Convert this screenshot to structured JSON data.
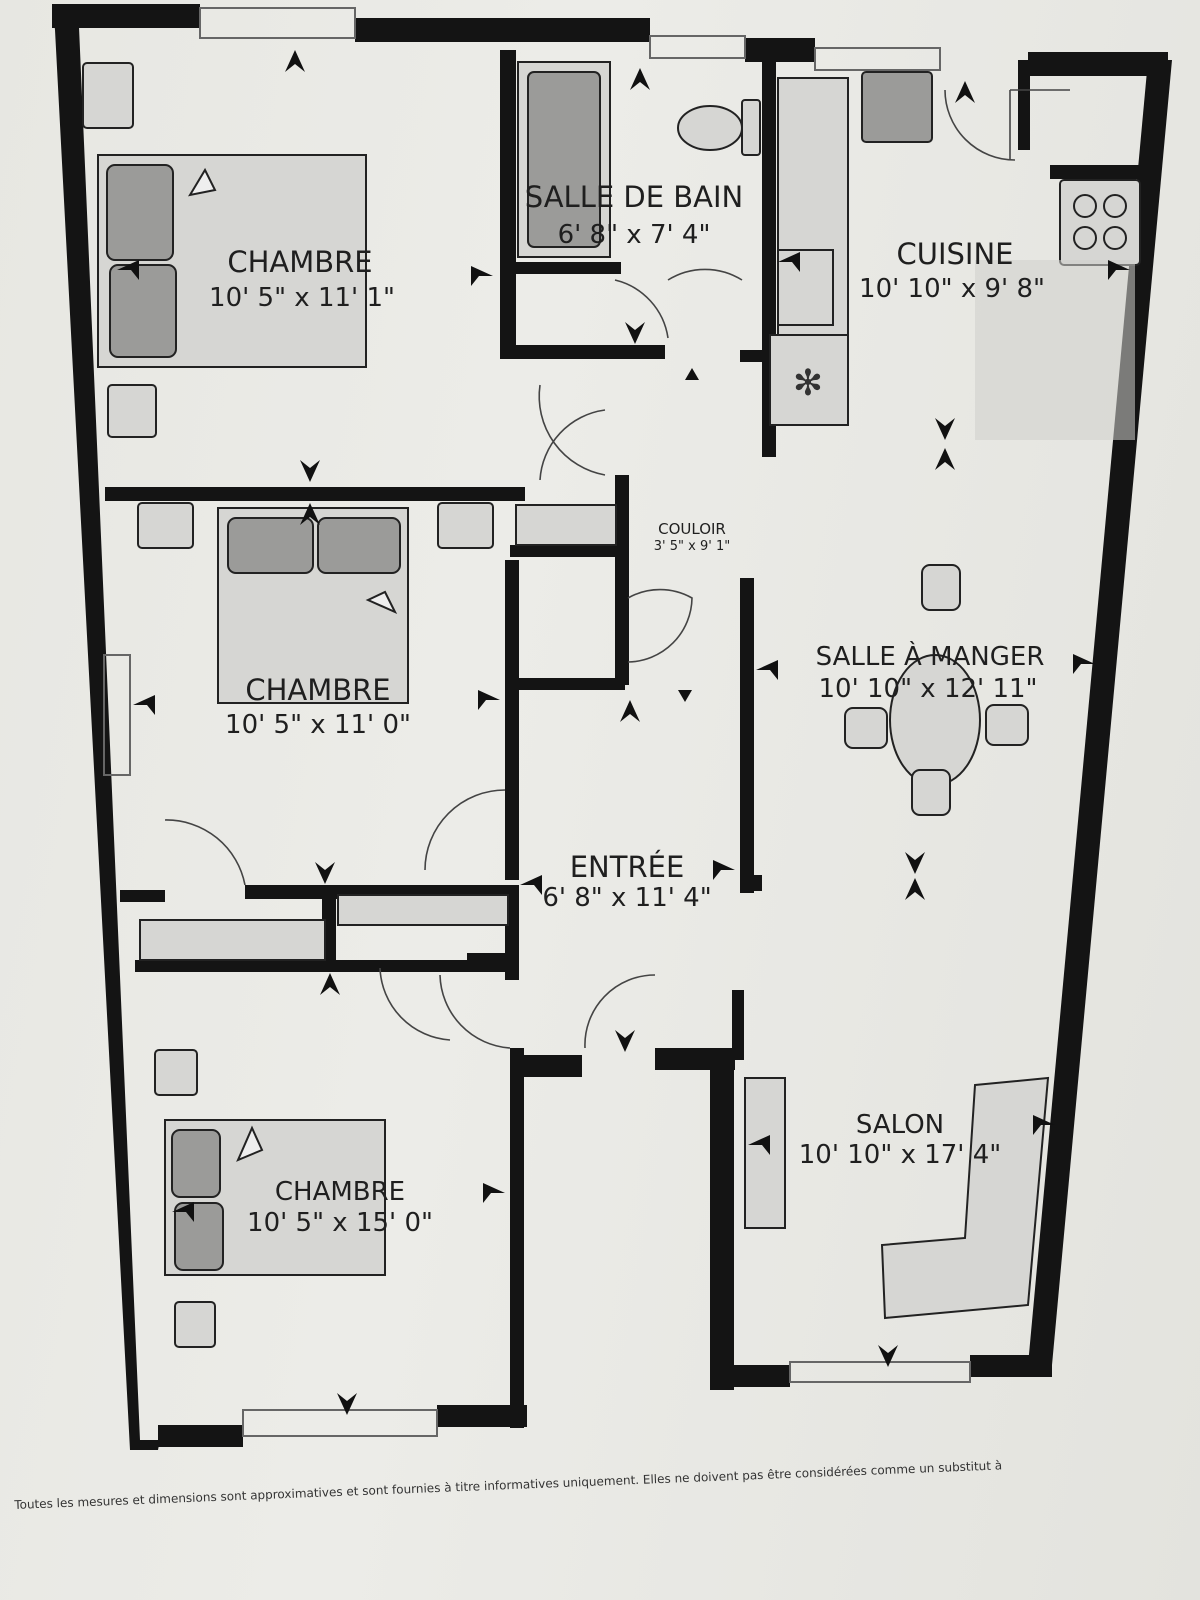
{
  "rooms": {
    "bedroom_1": {
      "name": "CHAMBRE",
      "dims": "10' 5\" x 11' 1\""
    },
    "bathroom": {
      "name": "SALLE DE BAIN",
      "dims": "6' 8\" x 7' 4\""
    },
    "kitchen": {
      "name": "CUISINE",
      "dims": "10' 10\" x 9' 8\""
    },
    "hallway": {
      "name": "COULOIR",
      "dims": "3' 5\" x 9' 1\""
    },
    "bedroom_2": {
      "name": "CHAMBRE",
      "dims": "10' 5\" x 11' 0\""
    },
    "dining": {
      "name": "SALLE À MANGER",
      "dims": "10' 10\" x 12' 11\""
    },
    "entrance": {
      "name": "ENTRÉE",
      "dims": "6' 8\" x 11' 4\""
    },
    "bedroom_3": {
      "name": "CHAMBRE",
      "dims": "10' 5\" x 15' 0\""
    },
    "living": {
      "name": "SALON",
      "dims": "10' 10\" x 17' 4\""
    }
  },
  "disclaimer": "Toutes les mesures et dimensions sont approximatives et sont fournies à titre informatives uniquement. Elles ne doivent pas être considérées comme un substitut à"
}
